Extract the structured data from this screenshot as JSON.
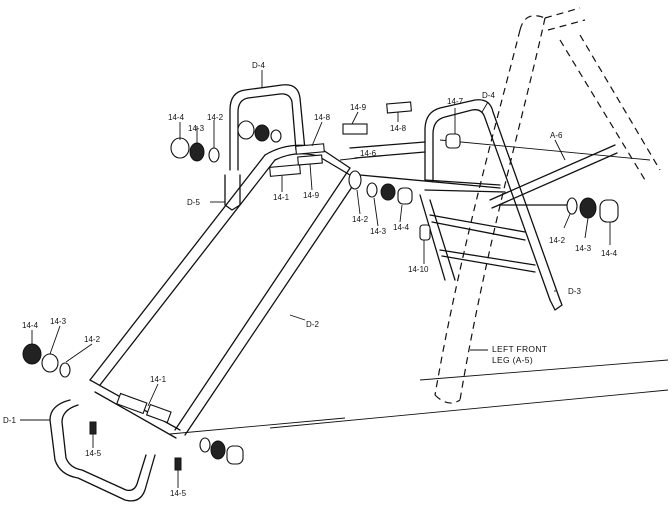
{
  "labels": {
    "d4_left": "D-4",
    "d4_right": "D-4",
    "d5": "D-5",
    "d2": "D-2",
    "d1": "D-1",
    "d3": "D-3",
    "a6": "A-6",
    "left_front_leg_line1": "LEFT FRONT",
    "left_front_leg_line2": "LEG (A-5)",
    "tl_14_4": "14-4",
    "tl_14_3": "14-3",
    "tl_14_2": "14-2",
    "tm_14_8": "14-8",
    "tm_14_9": "14-9",
    "tr_14_8": "14-8",
    "tr_14_7": "14-7",
    "tm_14_6": "14-6",
    "tm_14_1": "14-1",
    "tm_14_9b": "14-9",
    "mid_14_2": "14-2",
    "mid_14_3": "14-3",
    "mid_14_4": "14-4",
    "mid_14_10": "14-10",
    "r_14_2": "14-2",
    "r_14_3": "14-3",
    "r_14_4": "14-4",
    "bl_14_4": "14-4",
    "bl_14_3": "14-3",
    "bl_14_2": "14-2",
    "b_14_1": "14-1",
    "b_14_5a": "14-5",
    "b_14_5b": "14-5"
  }
}
